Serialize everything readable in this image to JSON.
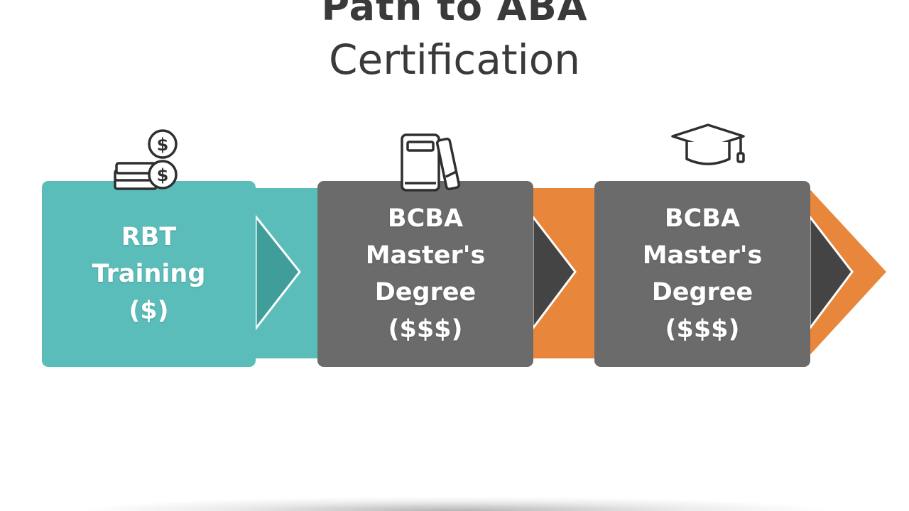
{
  "title": {
    "line1": "Path to ABA",
    "line2": "Certification"
  },
  "colors": {
    "teal": "#5bbdb9",
    "teal_dark": "#3f9e9a",
    "gray": "#6b6b6b",
    "dark_gray": "#444444",
    "orange": "#e8873b",
    "icon_stroke": "#2f2f2f"
  },
  "steps": [
    {
      "lines": [
        "RBT",
        "Training",
        "($)"
      ],
      "icon": "money-coins-icon",
      "color": "teal"
    },
    {
      "lines": [
        "BCBA",
        "Master's",
        "Degree",
        "($$$)"
      ],
      "icon": "books-icon",
      "color": "gray"
    },
    {
      "lines": [
        "BCBA",
        "Master's",
        "Degree",
        "($$$)"
      ],
      "icon": "graduation-cap-icon",
      "color": "gray"
    }
  ]
}
